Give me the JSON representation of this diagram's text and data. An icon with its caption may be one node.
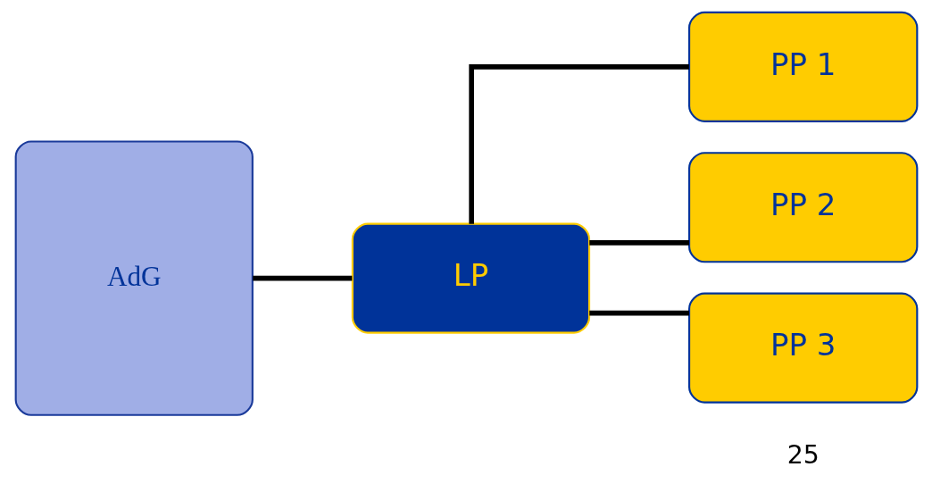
{
  "diagram": {
    "nodes": [
      {
        "text": [
          "AdG"
        ]
      },
      {
        "text": [
          "LP"
        ]
      },
      {
        "text": [
          "PP 1"
        ]
      },
      {
        "text": [
          "PP 2"
        ]
      },
      {
        "text": [
          "PP 3"
        ]
      }
    ],
    "edges": [
      {
        "from": 0,
        "to": 1,
        "arrow": "none"
      },
      {
        "from": 1,
        "to": 2,
        "arrow": "none"
      },
      {
        "from": 1,
        "to": 3,
        "arrow": "none"
      },
      {
        "from": 1,
        "to": 4,
        "arrow": "none"
      }
    ],
    "labels": [
      "25"
    ]
  }
}
